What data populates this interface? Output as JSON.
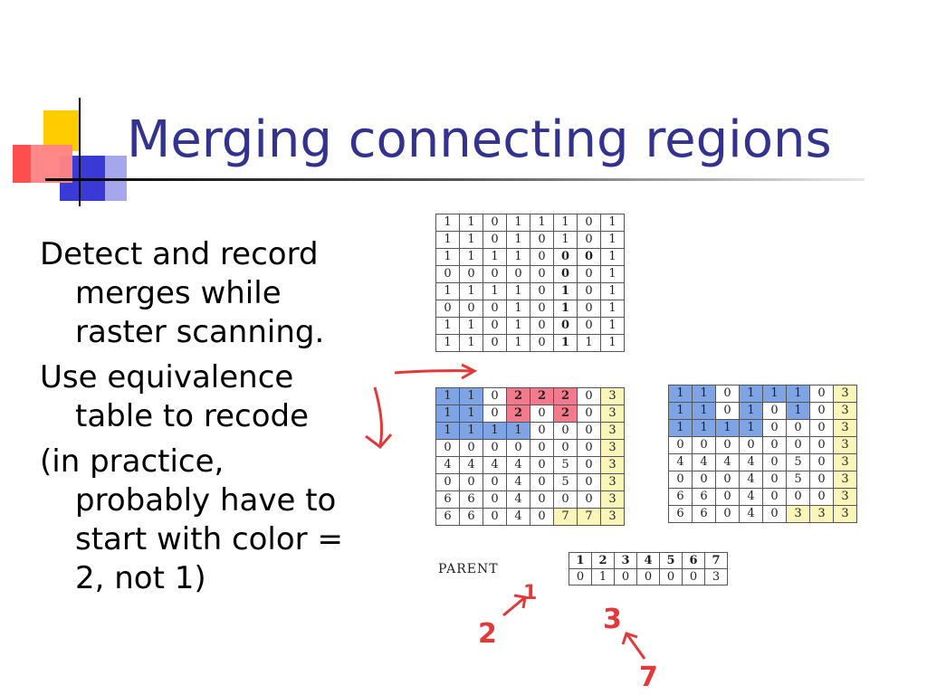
{
  "title": "Merging connecting regions",
  "bullets": [
    "Detect and record merges while raster scanning.",
    "Use equivalence table to recode",
    "(in practice, probably have to start with color = 2, not 1)"
  ],
  "grids": {
    "binary": [
      [
        "1",
        "1",
        "0",
        "1",
        "1",
        "1",
        "0",
        "1"
      ],
      [
        "1",
        "1",
        "0",
        "1",
        "0",
        "1",
        "0",
        "1"
      ],
      [
        "1",
        "1",
        "1",
        "1",
        "0",
        "0",
        "0",
        "1"
      ],
      [
        "0",
        "0",
        "0",
        "0",
        "0",
        "0",
        "0",
        "1"
      ],
      [
        "1",
        "1",
        "1",
        "1",
        "0",
        "1",
        "0",
        "1"
      ],
      [
        "0",
        "0",
        "0",
        "1",
        "0",
        "1",
        "0",
        "1"
      ],
      [
        "1",
        "1",
        "0",
        "1",
        "0",
        "0",
        "0",
        "1"
      ],
      [
        "1",
        "1",
        "0",
        "1",
        "0",
        "1",
        "1",
        "1"
      ]
    ],
    "labeled": [
      [
        "1",
        "1",
        "0",
        "2",
        "2",
        "2",
        "0",
        "3"
      ],
      [
        "1",
        "1",
        "0",
        "2",
        "0",
        "2",
        "0",
        "3"
      ],
      [
        "1",
        "1",
        "1",
        "1",
        "0",
        "0",
        "0",
        "3"
      ],
      [
        "0",
        "0",
        "0",
        "0",
        "0",
        "0",
        "0",
        "3"
      ],
      [
        "4",
        "4",
        "4",
        "4",
        "0",
        "5",
        "0",
        "3"
      ],
      [
        "0",
        "0",
        "0",
        "4",
        "0",
        "5",
        "0",
        "3"
      ],
      [
        "6",
        "6",
        "0",
        "4",
        "0",
        "0",
        "0",
        "3"
      ],
      [
        "6",
        "6",
        "0",
        "4",
        "0",
        "7",
        "7",
        "3"
      ]
    ],
    "recoded": [
      [
        "1",
        "1",
        "0",
        "1",
        "1",
        "1",
        "0",
        "3"
      ],
      [
        "1",
        "1",
        "0",
        "1",
        "0",
        "1",
        "0",
        "3"
      ],
      [
        "1",
        "1",
        "1",
        "1",
        "0",
        "0",
        "0",
        "3"
      ],
      [
        "0",
        "0",
        "0",
        "0",
        "0",
        "0",
        "0",
        "3"
      ],
      [
        "4",
        "4",
        "4",
        "4",
        "0",
        "5",
        "0",
        "3"
      ],
      [
        "0",
        "0",
        "0",
        "4",
        "0",
        "5",
        "0",
        "3"
      ],
      [
        "6",
        "6",
        "0",
        "4",
        "0",
        "0",
        "0",
        "3"
      ],
      [
        "6",
        "6",
        "0",
        "4",
        "0",
        "3",
        "3",
        "3"
      ]
    ]
  },
  "parent": {
    "label": "PARENT",
    "indices": [
      "1",
      "2",
      "3",
      "4",
      "5",
      "6",
      "7"
    ],
    "values": [
      "0",
      "1",
      "0",
      "0",
      "0",
      "0",
      "3"
    ]
  },
  "annotations": {
    "note_1": "1",
    "note_2": "2",
    "note_3": "3",
    "note_7": "7"
  },
  "colors": {
    "title": "#33338f",
    "region_blue": "#7ea4e6",
    "region_red": "#f17a8d",
    "region_yellow": "#faf5b8",
    "annotation_red": "#e23a3a"
  }
}
